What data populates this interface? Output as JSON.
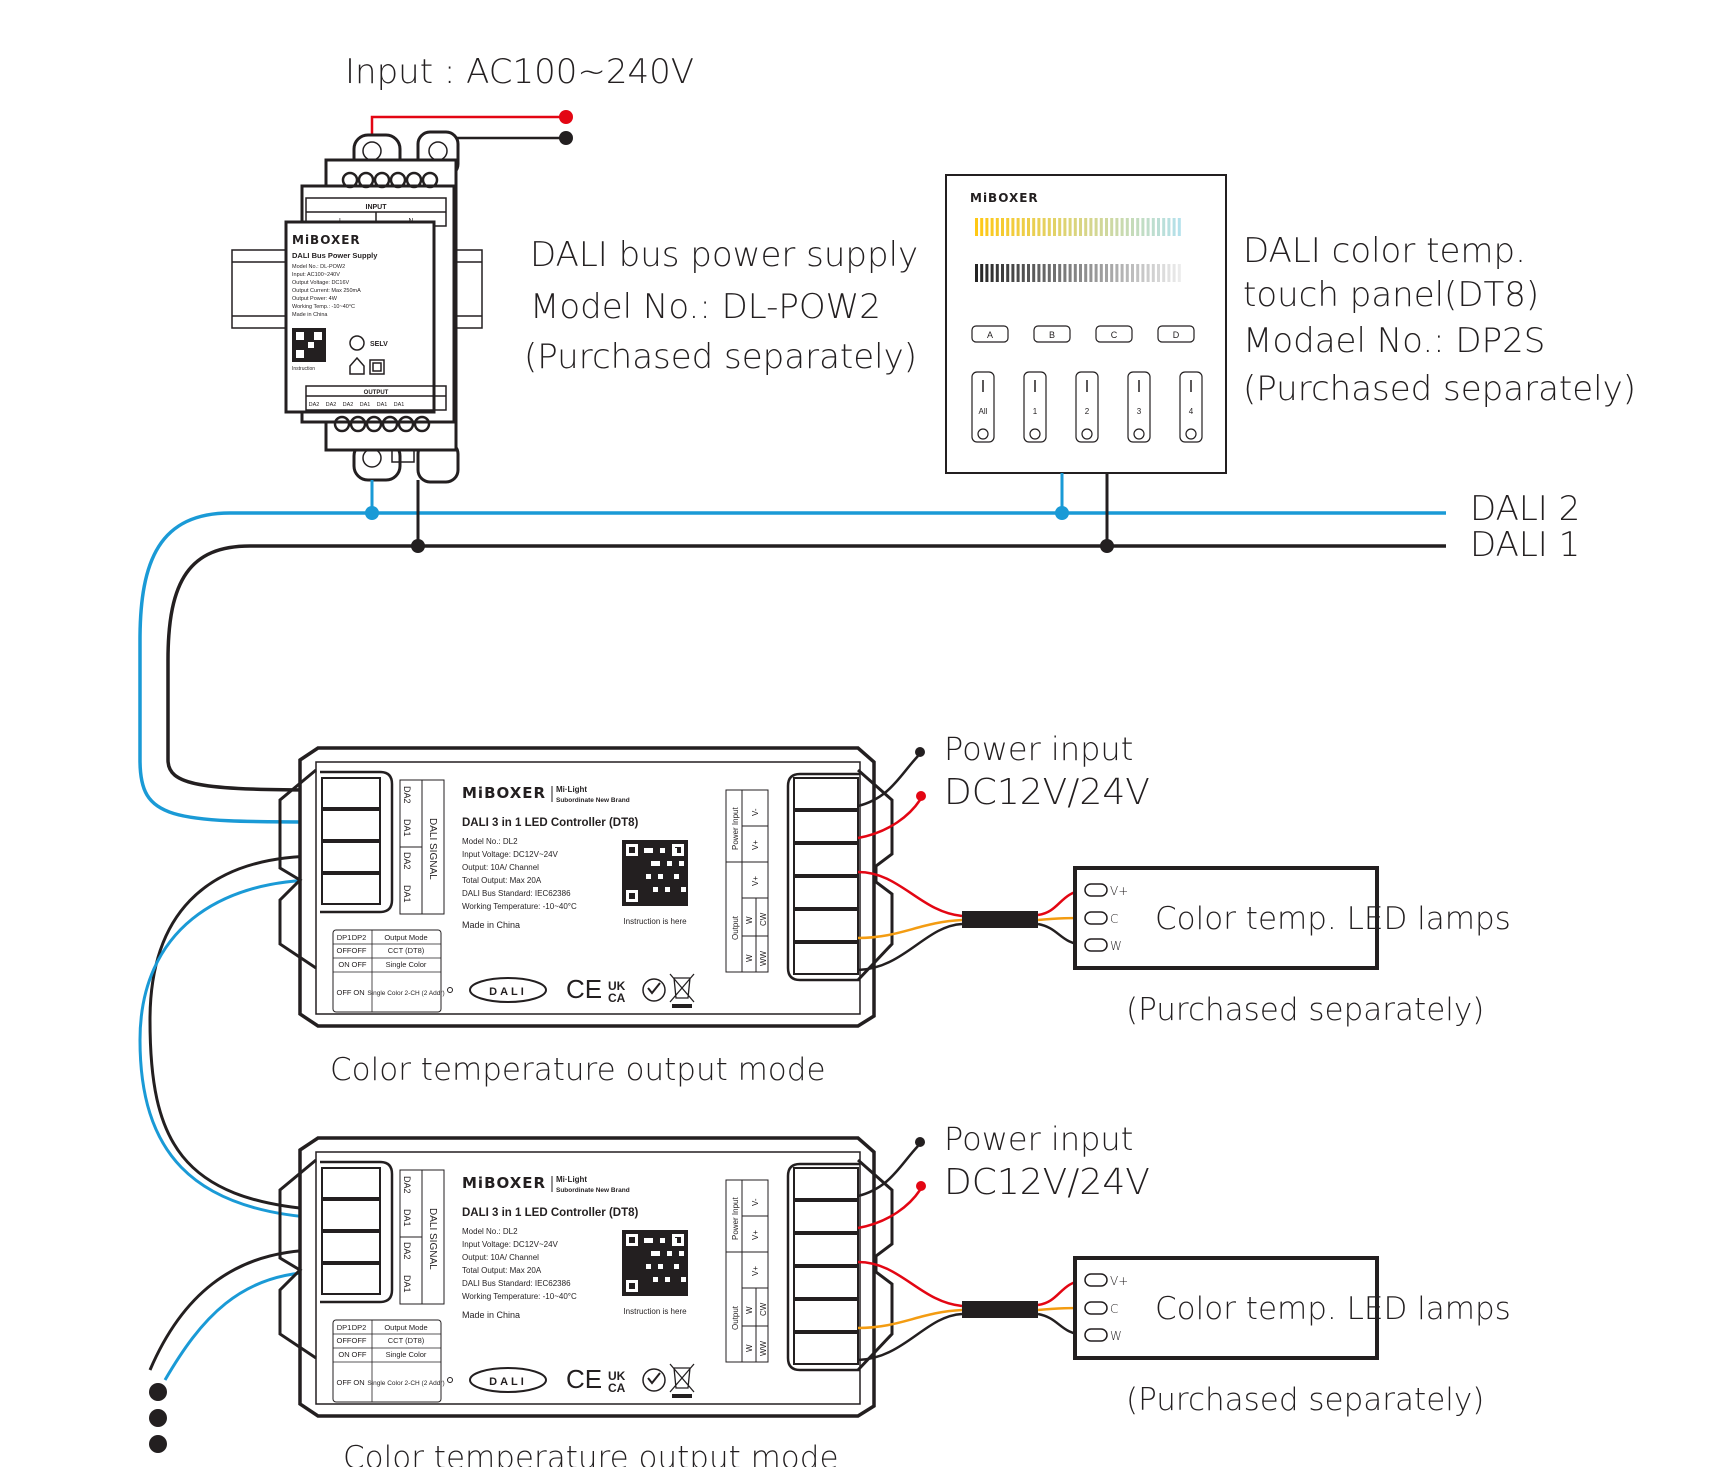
{
  "input_label": "Input : AC100~240V",
  "power_supply": {
    "title": "DALI bus power supply",
    "model": "Model No.: DL-POW2",
    "note": "(Purchased separately)",
    "device": {
      "brand": "MiBOXER",
      "name": "DALI Bus Power Supply",
      "specs": [
        "Model No.: DL-POW2",
        "Input: AC100~240V",
        "Output Voltage: DC16V",
        "Output Current: Max 250mA",
        "Output Power: 4W",
        "Working Temp.: -10~40°C",
        "Made in China"
      ],
      "input_header": "INPUT",
      "input_terms": [
        "L",
        "N"
      ],
      "output_header": "OUTPUT",
      "output_terms": [
        "DA2",
        "DA2",
        "DA2",
        "DA1",
        "DA1",
        "DA1"
      ],
      "selv": "SELV",
      "qr_caption": "Instruction"
    }
  },
  "panel": {
    "title": "DALI color temp.",
    "subtitle": "touch panel(DT8)",
    "model": "Modael No.: DP2S",
    "note": "(Purchased separately)",
    "device": {
      "brand": "MiBOXER",
      "scene_buttons": [
        "A",
        "B",
        "C",
        "D"
      ],
      "zone_buttons": [
        "All",
        "1",
        "2",
        "3",
        "4"
      ]
    }
  },
  "bus": {
    "dali2": "DALI 2",
    "dali1": "DALI 1",
    "colors": {
      "dali2": "#1a9ad6",
      "dali1": "#231f20",
      "live": "#e30613",
      "cold": "#f39c12"
    }
  },
  "controllers": [
    {
      "power_title": "Power input",
      "power_value": "DC12V/24V",
      "caption": "Color temperature output mode",
      "lamp_label": "Color temp. LED lamps",
      "lamp_note": "(Purchased separately)",
      "lamp_terms": [
        "V+",
        "C",
        "W"
      ]
    },
    {
      "power_title": "Power input",
      "power_value": "DC12V/24V",
      "caption": "Color temperature output mode",
      "lamp_label": "Color temp. LED lamps",
      "lamp_note": "(Purchased separately)",
      "lamp_terms": [
        "V+",
        "C",
        "W"
      ]
    }
  ],
  "controller_device": {
    "brand": "MiBOXER",
    "sub_brand": "Mi·Light",
    "sub_brand_note": "Subordinate New Brand",
    "name": "DALI 3 in 1 LED Controller (DT8)",
    "specs": [
      "Model No.: DL2",
      "Input Voltage: DC12V~24V",
      "Output: 10A/ Channel",
      "Total Output: Max 20A",
      "DALI Bus Standard: IEC62386",
      "Working Temperature: -10~40°C"
    ],
    "made_in": "Made in China",
    "qr_caption": "Instruction is here",
    "signal_header": "DALI SIGNAL",
    "signal_terms": [
      "DA2",
      "DA1",
      "DA2",
      "DA1"
    ],
    "power_header": "Power Input",
    "power_terms": [
      "V-",
      "V+"
    ],
    "output_header": "Output",
    "output_terms_a": [
      "V+",
      "W",
      "W"
    ],
    "output_terms_b": [
      "CW",
      "WW"
    ],
    "dip_headers": [
      "DP1",
      "DP2",
      "Output Mode"
    ],
    "dip_rows": [
      [
        "OFF",
        "OFF",
        "CCT (DT8)"
      ],
      [
        "ON",
        "OFF",
        "Single Color"
      ],
      [
        "OFF",
        "ON",
        "Single Color 2-CH (2 Addr)"
      ]
    ],
    "certs": [
      "DALI",
      "CE",
      "UK CA",
      "RoHS",
      "WEEE"
    ]
  }
}
